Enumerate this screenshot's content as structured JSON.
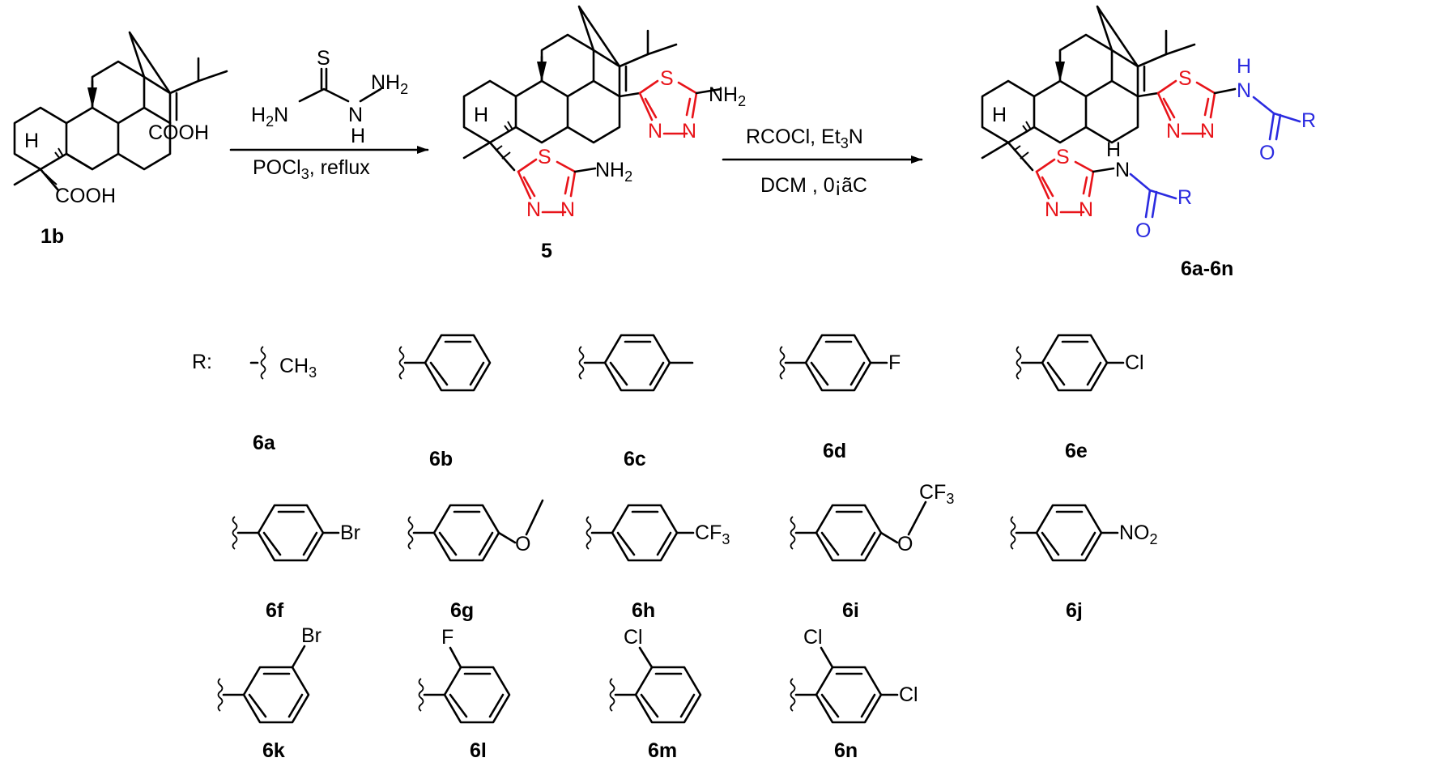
{
  "compounds": {
    "c1b": {
      "label": "1b",
      "cooh_top": "COOH",
      "cooh_bottom": "COOH",
      "h": "H"
    },
    "c5": {
      "label": "5",
      "s": "S",
      "n1": "N",
      "n2": "N",
      "nh2": "NH",
      "h": "H"
    },
    "c6": {
      "label": "6a-6n",
      "s": "S",
      "n1": "N",
      "n2": "N",
      "nh": "N",
      "hh": "H",
      "r": "R",
      "o": "O",
      "h": "H"
    }
  },
  "arrow1": {
    "reagent_s": "S",
    "reagent_left": "H",
    "reagent_nh2": "NH",
    "reagent_n": "N",
    "reagent_h": "H",
    "below_pocl": "POCl",
    "below_reflux": ", reflux"
  },
  "arrow2": {
    "above_rcocl": "RCOCl, Et",
    "above_n": "N",
    "below": "DCM , 0¡ãC"
  },
  "subscripts": {
    "two": "2",
    "three": "3"
  },
  "r_groups": {
    "r_prefix": "R:",
    "ch3": "CH",
    "f": "F",
    "cl": "Cl",
    "br": "Br",
    "o": "O",
    "cf3": "CF",
    "no2": "NO",
    "labels": [
      "6a",
      "6b",
      "6c",
      "6d",
      "6e",
      "6f",
      "6g",
      "6h",
      "6i",
      "6j",
      "6k",
      "6l",
      "6m",
      "6n"
    ]
  }
}
